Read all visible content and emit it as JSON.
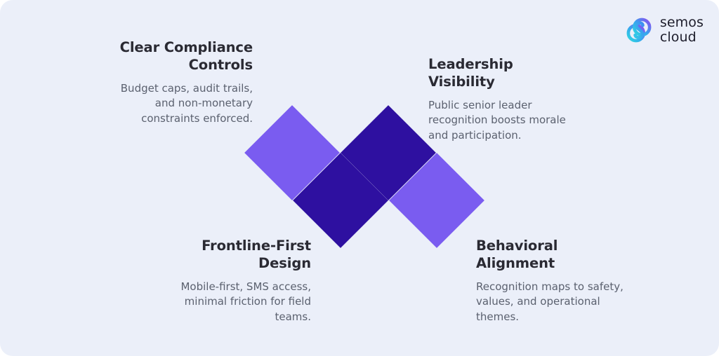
{
  "brand": {
    "logo_icon": "semos-swirl-logo-icon",
    "name_line1": "semos",
    "name_line2": "cloud",
    "colors": {
      "logo_cyan": "#2fd8e0",
      "logo_blue": "#2e9bf0",
      "logo_purple": "#8a4bf0"
    }
  },
  "background_color": "#ebeff9",
  "diagram": {
    "type": "four-diamond-checkerboard",
    "diamonds": [
      {
        "position": "top-left",
        "color": "#7a5cf0",
        "label_ref": "compliance"
      },
      {
        "position": "top-right",
        "color": "#2e10a0",
        "label_ref": "leadership"
      },
      {
        "position": "bottom-left",
        "color": "#2e10a0",
        "label_ref": "frontline"
      },
      {
        "position": "bottom-right",
        "color": "#7a5cf0",
        "label_ref": "behavioral"
      }
    ]
  },
  "blocks": {
    "compliance": {
      "title": "Clear Compliance Controls",
      "body": "Budget caps, audit trails, and non-monetary constraints enforced."
    },
    "leadership": {
      "title": "Leadership Visibility",
      "body": "Public senior leader recognition boosts morale and participation."
    },
    "frontline": {
      "title": "Frontline-First Design",
      "body": "Mobile-first, SMS access, minimal friction for field teams."
    },
    "behavioral": {
      "title": "Behavioral Alignment",
      "body": "Recognition maps to safety, values, and operational themes."
    }
  },
  "text_colors": {
    "title": "#2a2a33",
    "body": "#5b616f"
  }
}
